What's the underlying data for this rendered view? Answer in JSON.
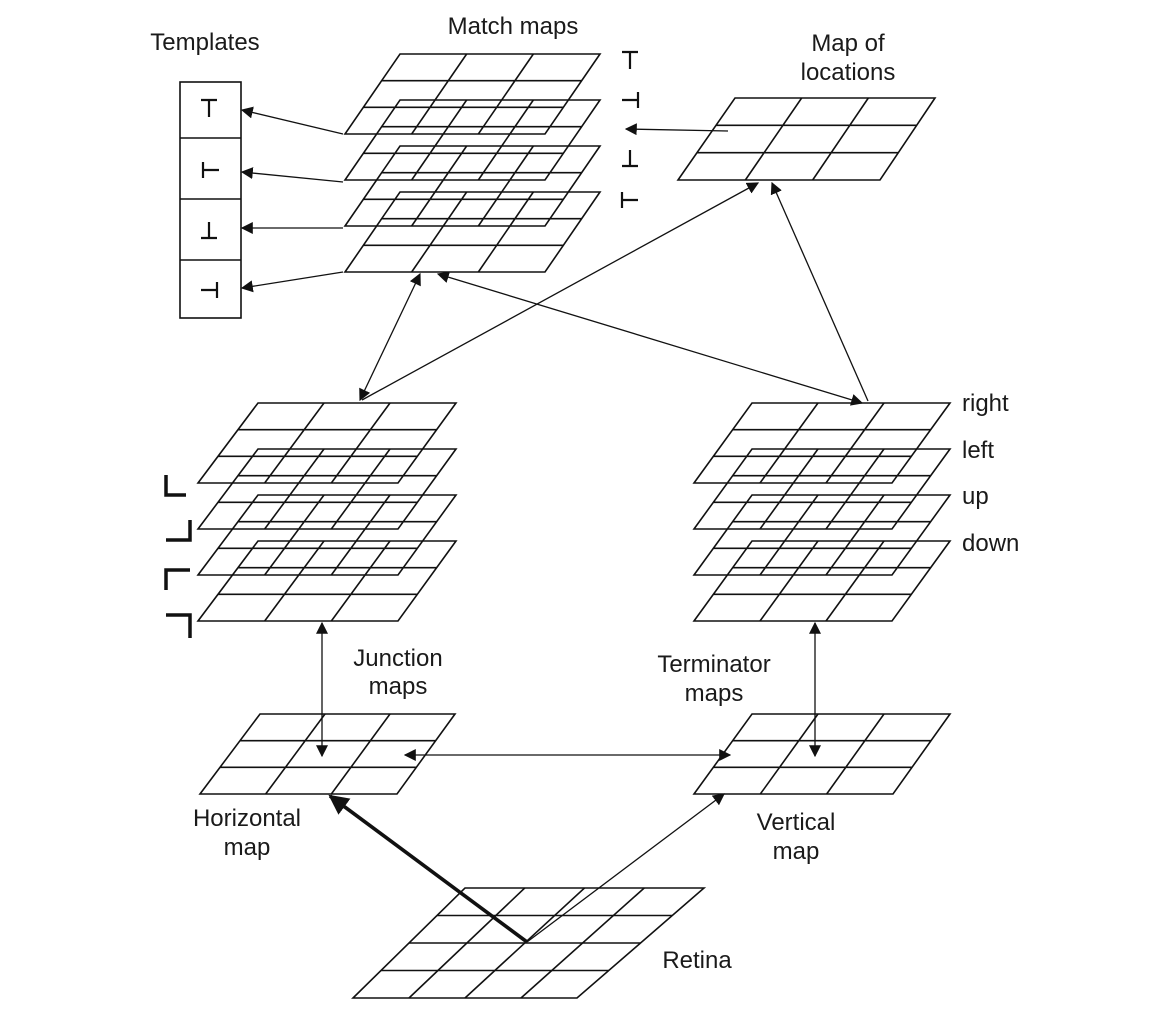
{
  "labels": {
    "templates": "Templates",
    "match_maps": "Match maps",
    "map_of_locations_line1": "Map of",
    "map_of_locations_line2": "locations",
    "junction_maps_line1": "Junction",
    "junction_maps_line2": "maps",
    "terminator_maps_line1": "Terminator",
    "terminator_maps_line2": "maps",
    "horizontal_map_line1": "Horizontal",
    "horizontal_map_line2": "map",
    "vertical_map_line1": "Vertical",
    "vertical_map_line2": "map",
    "retina": "Retina"
  },
  "terminator_directions": [
    "right",
    "left",
    "up",
    "down"
  ],
  "template_glyphs": [
    "T-junction-up",
    "T-junction-left",
    "T-junction-down",
    "T-junction-right"
  ],
  "junction_glyphs": [
    "corner-bottom-left",
    "corner-bottom-right",
    "corner-top-left",
    "corner-top-right"
  ],
  "match_glyphs": [
    "T-junction-up",
    "T-junction-right",
    "T-junction-down",
    "T-junction-left"
  ]
}
